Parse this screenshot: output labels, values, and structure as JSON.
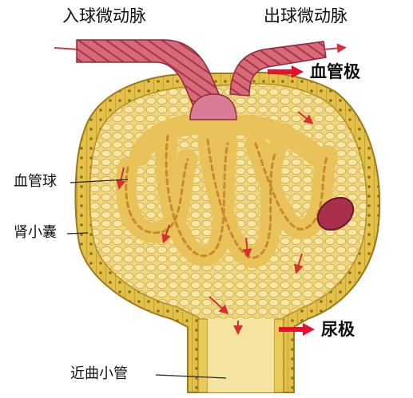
{
  "labels": {
    "afferent_arteriole": "入球微动脉",
    "efferent_arteriole": "出球微动脉",
    "vascular_pole": "血管极",
    "glomerulus": "血管球",
    "renal_capsule": "肾小囊",
    "urinary_pole": "尿极",
    "proximal_tubule": "近曲小管"
  },
  "colors": {
    "capsule_wall": "#dcb83a",
    "capsule_outline": "#9a7a18",
    "capsule_space": "#f2dc8c",
    "vessel": "#d05a6a",
    "vessel_dark": "#a63448",
    "pole_arrow": "#e8102a",
    "flow_arrow": "#d63030"
  }
}
